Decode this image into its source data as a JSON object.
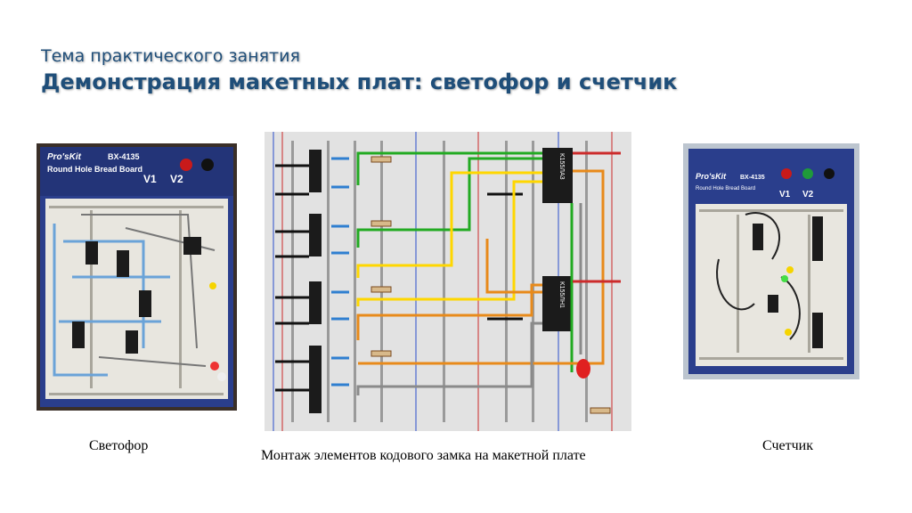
{
  "slide": {
    "title_line1": "Тема практического занятия",
    "title_line2": "Демонстрация макетных плат: светофор и счетчик"
  },
  "left_photo": {
    "brand": "Pro'sKit",
    "model": "BX-4135",
    "label": "Round Hole Bread Board",
    "v1": "V1",
    "v2": "V2",
    "caption": "Светофор"
  },
  "center_diagram": {
    "chip_top": "K155ЛА3",
    "chip_bottom": "K155ЛН1",
    "caption": "Монтаж элементов кодового замка на макетной плате"
  },
  "right_photo": {
    "brand": "Pro'sKit",
    "model": "BX-4135",
    "label": "Round Hole Bread Board",
    "v1": "V1",
    "v2": "V2",
    "caption": "Счетчик"
  },
  "colors": {
    "title": "#1f4e79",
    "board_blue": "#253a86",
    "wire_green": "#22aa22",
    "wire_yellow": "#ffd700",
    "wire_orange": "#e88a1a",
    "wire_blue": "#2f7fd0",
    "wire_gray": "#8a8a8a"
  }
}
